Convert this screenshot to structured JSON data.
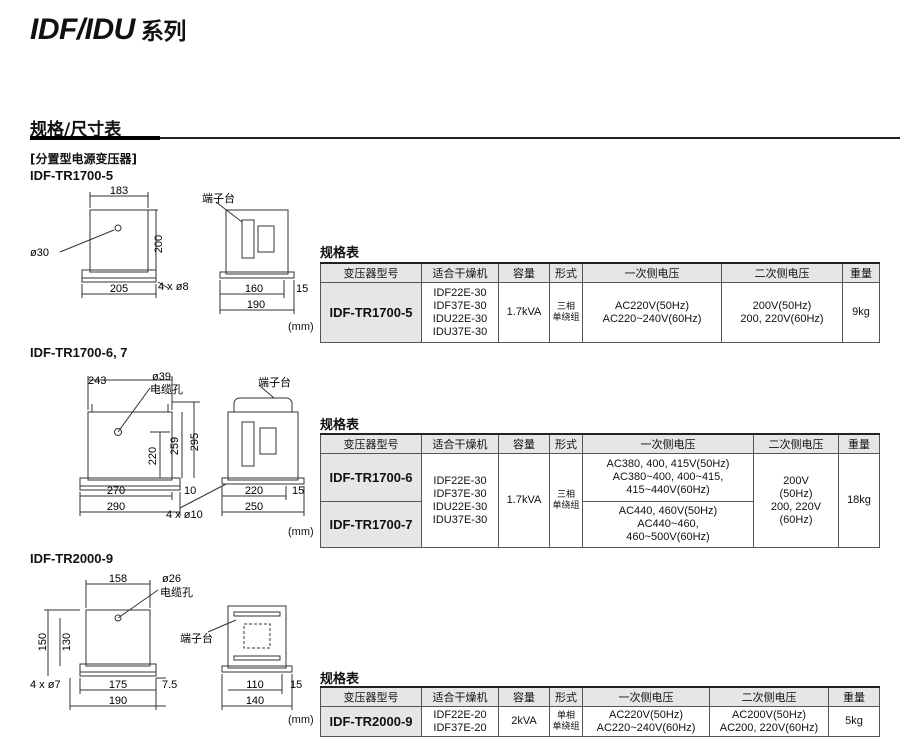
{
  "header": {
    "series": "IDF/IDU",
    "series_suffix": "系列"
  },
  "section": {
    "title": "规格/尺寸表",
    "subtitle": "[分置型电源变压器]"
  },
  "unit": "(mm)",
  "spec_caption": "规格表",
  "columns": [
    "变压器型号",
    "适合干燥机",
    "容量",
    "形式",
    "一次侧电压",
    "二次侧电压",
    "重量"
  ],
  "models": [
    {
      "label": "IDF-TR1700-5",
      "dims": {
        "top": "183",
        "phi": "ø30",
        "height": "200",
        "width": "205",
        "holes": "4 x ø8",
        "side_depth": "160",
        "side_right": "15",
        "side_total": "190",
        "terminal": "端子台"
      },
      "row": {
        "model": "IDF-TR1700-5",
        "dryers": "IDF22E-30\nIDF37E-30\nIDU22E-30\nIDU37E-30",
        "capacity": "1.7kVA",
        "form": "三相\n单绕组",
        "primary": "AC220V(50Hz)\nAC220~240V(60Hz)",
        "secondary": "200V(50Hz)\n200, 220V(60Hz)",
        "weight": "9kg"
      }
    },
    {
      "label": "IDF-TR1700-6, 7",
      "dims": {
        "top": "243",
        "phi": "ø39",
        "cable": "电缆孔",
        "h1": "220",
        "h2": "259",
        "h3": "295",
        "width": "270",
        "right": "10",
        "total": "290",
        "holes": "4 x ø10",
        "side_depth": "220",
        "side_right": "15",
        "side_total": "250",
        "terminal": "端子台"
      },
      "rows": [
        {
          "model": "IDF-TR1700-6",
          "primary": "AC380, 400, 415V(50Hz)\nAC380~400, 400~415,\n415~440V(60Hz)"
        },
        {
          "model": "IDF-TR1700-7",
          "primary": "AC440, 460V(50Hz)\nAC440~460,\n460~500V(60Hz)"
        }
      ],
      "shared": {
        "dryers": "IDF22E-30\nIDF37E-30\nIDU22E-30\nIDU37E-30",
        "capacity": "1.7kVA",
        "form": "三相\n单绕组",
        "secondary": "200V\n(50Hz)\n200, 220V\n(60Hz)",
        "weight": "18kg"
      }
    },
    {
      "label": "IDF-TR2000-9",
      "dims": {
        "top": "158",
        "phi": "ø26",
        "cable": "电缆孔",
        "h1": "130",
        "h2": "150",
        "holes": "4 x ø7",
        "width": "175",
        "right": "7.5",
        "total": "190",
        "side_depth": "110",
        "side_right": "15",
        "side_total": "140",
        "terminal": "端子台"
      },
      "row": {
        "model": "IDF-TR2000-9",
        "dryers": "IDF22E-20\nIDF37E-20",
        "capacity": "2kVA",
        "form": "单相\n单绕组",
        "primary": "AC220V(50Hz)\nAC220~240V(60Hz)",
        "secondary": "AC200V(50Hz)\nAC200, 220V(60Hz)",
        "weight": "5kg"
      }
    }
  ]
}
